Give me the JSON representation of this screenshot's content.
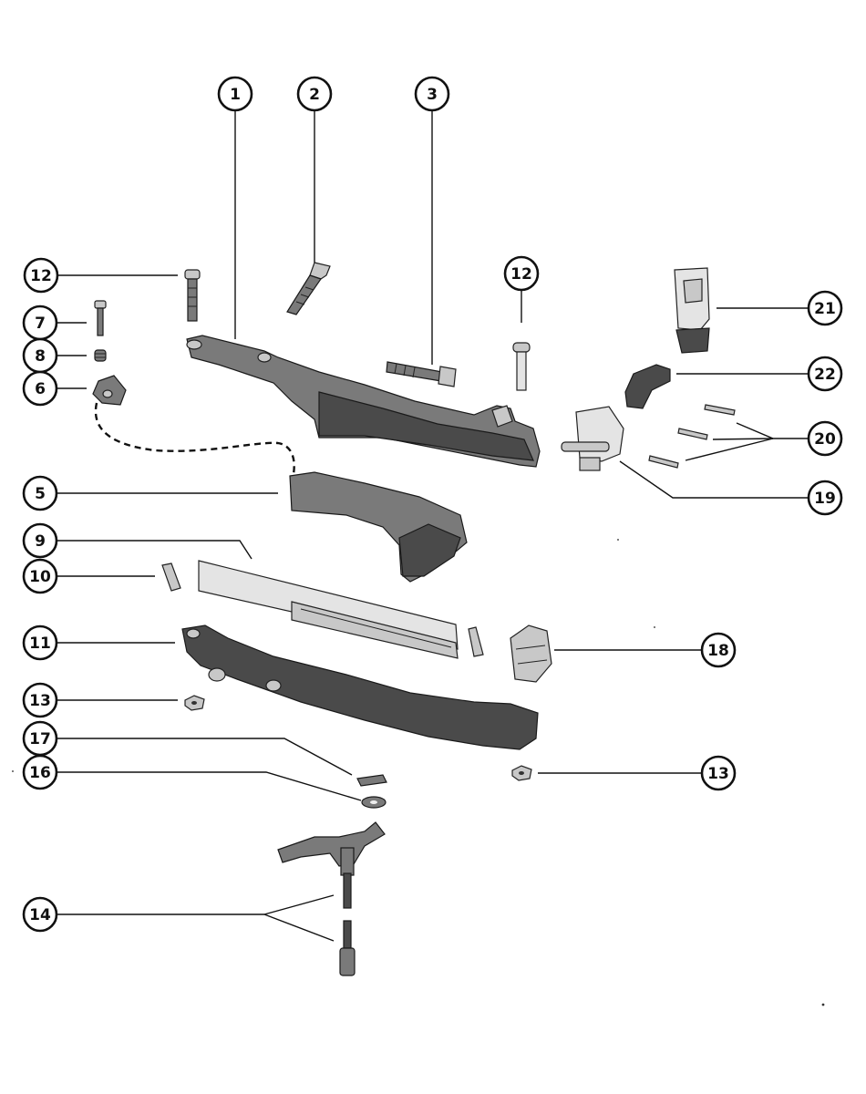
{
  "callouts": [
    {
      "id": "c1",
      "label": "1"
    },
    {
      "id": "c2",
      "label": "2"
    },
    {
      "id": "c3",
      "label": "3"
    },
    {
      "id": "c12a",
      "label": "12"
    },
    {
      "id": "c12b",
      "label": "12"
    },
    {
      "id": "c7",
      "label": "7"
    },
    {
      "id": "c8",
      "label": "8"
    },
    {
      "id": "c6",
      "label": "6"
    },
    {
      "id": "c21",
      "label": "21"
    },
    {
      "id": "c22",
      "label": "22"
    },
    {
      "id": "c20",
      "label": "20"
    },
    {
      "id": "c19",
      "label": "19"
    },
    {
      "id": "c5",
      "label": "5"
    },
    {
      "id": "c9",
      "label": "9"
    },
    {
      "id": "c10",
      "label": "10"
    },
    {
      "id": "c11",
      "label": "11"
    },
    {
      "id": "c18",
      "label": "18"
    },
    {
      "id": "c13a",
      "label": "13"
    },
    {
      "id": "c13b",
      "label": "13"
    },
    {
      "id": "c17",
      "label": "17"
    },
    {
      "id": "c16",
      "label": "16"
    },
    {
      "id": "c14",
      "label": "14"
    }
  ]
}
